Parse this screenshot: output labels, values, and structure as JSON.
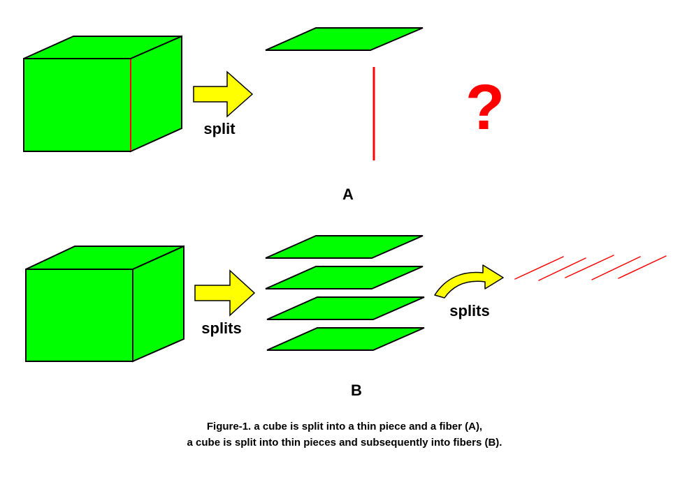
{
  "labels": {
    "split": "split",
    "splits_b1": "splits",
    "splits_b2": "splits",
    "panel_a": "A",
    "panel_b": "B",
    "question_mark": "?"
  },
  "caption": {
    "line1": "Figure-1. a cube is split into a thin piece and a fiber (A),",
    "line2": "a cube is split into thin pieces and subsequently into fibers (B)."
  },
  "colors": {
    "shape_fill": "#00ff00",
    "outline": "#000000",
    "fiber": "#ff0000",
    "arrow_fill": "#ffff00",
    "question_mark": "#ff0000",
    "background": "#ffffff"
  },
  "icons": {
    "split_arrow": "right-arrow-icon",
    "curved_arrow": "curved-arrow-icon",
    "unknown": "question-mark-icon"
  }
}
